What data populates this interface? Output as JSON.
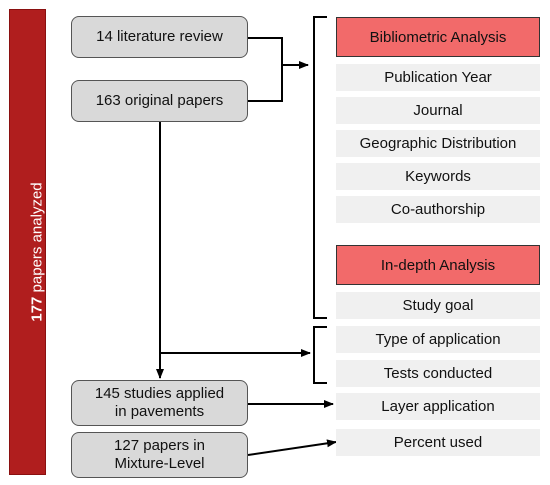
{
  "sidebar": {
    "count": "177",
    "label": "papers analyzed"
  },
  "sources": {
    "lit_review": "14 literature review",
    "original": "163 original papers",
    "pavements_line1": "145 studies applied",
    "pavements_line2": "in pavements",
    "mixture_line1": "127 papers in",
    "mixture_line2": "Mixture-Level"
  },
  "bibliometric": {
    "header": "Bibliometric Analysis",
    "items": [
      "Publication Year",
      "Journal",
      "Geographic Distribution",
      "Keywords",
      "Co-authorship"
    ]
  },
  "indepth": {
    "header": "In-depth Analysis",
    "items": [
      "Study goal",
      "Type of application",
      "Tests conducted",
      "Layer application",
      "Percent used"
    ]
  },
  "colors": {
    "sidebar": "#b01e1e",
    "header": "#f26a6a",
    "box": "#d9d9d9",
    "item": "#f0f0f0"
  }
}
